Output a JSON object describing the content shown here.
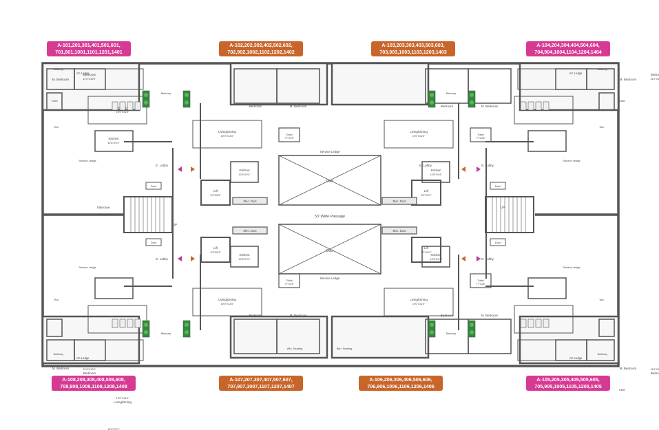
{
  "colors": {
    "pink": "#d63a93",
    "orange": "#c8652a",
    "wall": "#555555",
    "plant": "#2f8a3a"
  },
  "unit_tags": {
    "top": [
      {
        "line1": "A-101,201,301,401,501,601,",
        "line2": "701,901,1001,1101,1201,1401",
        "color": "pink"
      },
      {
        "line1": "A-102,202,302,402,502,602,",
        "line2": "702,902,1002,1102,1202,1402",
        "color": "orange"
      },
      {
        "line1": "A-103,203,303,403,503,603,",
        "line2": "703,903,1003,1103,1203,1403",
        "color": "orange"
      },
      {
        "line1": "A-104,204,304,404,504,604,",
        "line2": "704,904,1004,1104,1204,1404",
        "color": "pink"
      }
    ],
    "bottom": [
      {
        "line1": "A-108,208,308,408,508,608,",
        "line2": "708,908,1008,1108,1208,1408",
        "color": "pink"
      },
      {
        "line1": "A-107,207,307,407,507,607,",
        "line2": "707,907,1007,1107,1207,1407",
        "color": "orange"
      },
      {
        "line1": "A-106,206,306,406,506,606,",
        "line2": "706,906,1006,1106,1206,1406",
        "color": "orange"
      },
      {
        "line1": "A-105,205,305,405,505,605,",
        "line2": "705,905,1005,1105,1205,1405",
        "color": "pink"
      }
    ]
  },
  "labels": {
    "ac_ledge": "AC Ledge",
    "balcony": "Balcony",
    "bedroom": "Bedroom",
    "m_bedroom": "M. Bedroom",
    "living_dining": "Living/Dining",
    "kitchen": "Kitchen",
    "toilet": "Toilet",
    "wc": "W/c",
    "service_ledge": "Service Ledge",
    "e_lobby": "E. Lobby",
    "lift": "Lift",
    "duct": "Duct",
    "elec_duct": "Elec. Duct",
    "staircase": "Staircase",
    "passage": "53' Wide Passage",
    "win_seating": "Win. Seating",
    "up": "UP",
    "dim_bed": "11'0\"X10'0\"",
    "dim_mbed": "12'8\"X10'6\"",
    "dim_living": "19'0\"X11'0\"",
    "dim_kitchen": "12'6\"X9'4\"",
    "dim_toilet": "7'7\"X4'5\"",
    "dim_lift": "6'3\"X6'3\""
  }
}
